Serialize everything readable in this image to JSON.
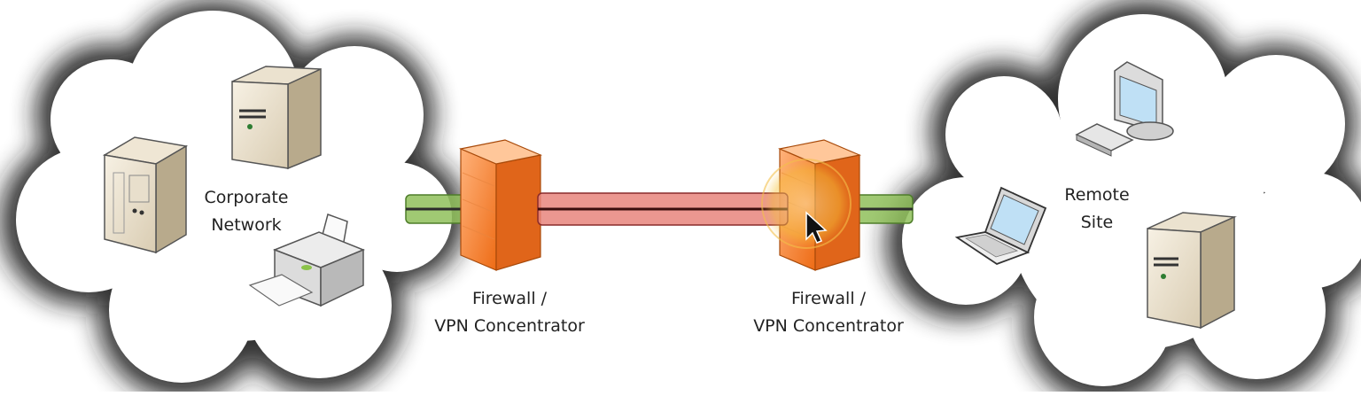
{
  "clouds": {
    "corporate": {
      "label_line1": "Corporate",
      "label_line2": "Network"
    },
    "remote": {
      "label_line1": "Remote",
      "label_line2": "Site"
    }
  },
  "firewalls": {
    "left": {
      "label_line1": "Firewall /",
      "label_line2": "VPN Concentrator"
    },
    "right": {
      "label_line1": "Firewall /",
      "label_line2": "VPN Concentrator"
    }
  },
  "colors": {
    "lan_link": "#8fbf5a",
    "vpn_tunnel": "#e8857c",
    "firewall_front": "#f07a24",
    "firewall_side": "#c85a10",
    "cursor_highlight": "#f6c33a"
  },
  "icons": [
    "server-tower-icon",
    "mainframe-icon",
    "printer-icon",
    "firewall-icon",
    "workstation-icon",
    "laptop-icon",
    "cursor-icon"
  ]
}
